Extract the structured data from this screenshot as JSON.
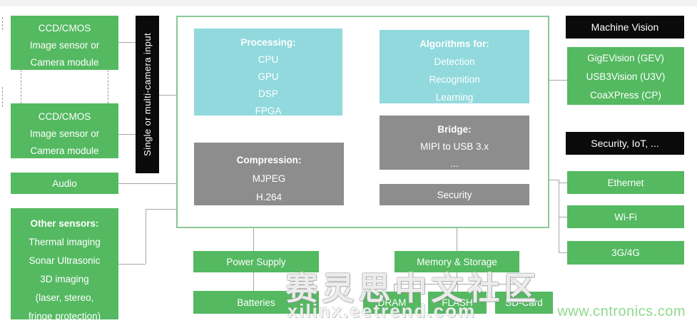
{
  "palette": {
    "green": "#54b961",
    "blue": "#91d9dd",
    "gray": "#8d8d8d",
    "black": "#0a0a0a",
    "frame_border": "#8ac795",
    "connector": "#a6a6a6",
    "watermark_green": "#8fd98f"
  },
  "sensors": {
    "ccd1": {
      "lines": [
        "CCD/CMOS",
        "Image sensor or",
        "Camera module"
      ]
    },
    "ccd2": {
      "lines": [
        "CCD/CMOS",
        "Image sensor or",
        "Camera module"
      ]
    },
    "audio": {
      "label": "Audio"
    },
    "other": {
      "title": "Other sensors:",
      "lines": [
        "Thermal imaging",
        "Sonar Ultrasonic",
        "3D imaging",
        "(laser, stereo,",
        "fringe protection)"
      ]
    }
  },
  "input_bar": {
    "label": "Single or multi-camera input"
  },
  "soc": {
    "processing": {
      "title": "Processing:",
      "items": [
        "CPU",
        "GPU",
        "DSP",
        "FPGA"
      ]
    },
    "algorithms": {
      "title": "Algorithms for:",
      "items": [
        "Detection",
        "Recognition",
        "Learning"
      ]
    },
    "compression": {
      "title": "Compression:",
      "items": [
        "MJPEG",
        "H.264"
      ]
    },
    "bridge": {
      "title": "Bridge:",
      "items": [
        "MIPI to USB 3.x",
        "..."
      ]
    },
    "security": {
      "label": "Security"
    }
  },
  "outputs": {
    "machine_vision": {
      "header": "Machine Vision",
      "lines": [
        "GigEVision (GEV)",
        "USB3Vision (U3V)",
        "CoaXPress (CP)"
      ]
    },
    "security_iot": {
      "header": "Security, IoT, ..."
    },
    "connectivity": {
      "items": [
        "Ethernet",
        "Wi-Fi",
        "3G/4G"
      ]
    }
  },
  "power": {
    "supply": "Power Supply",
    "batteries": "Batteries"
  },
  "memory": {
    "header": "Memory & Storage",
    "items": [
      "DRAM",
      "FLASH",
      "SD-Card"
    ]
  },
  "watermarks": {
    "cn_title": "赛灵思中文社区",
    "cn_sub": "xilinx.eetrend.com",
    "site": "www.cntronics.com"
  }
}
